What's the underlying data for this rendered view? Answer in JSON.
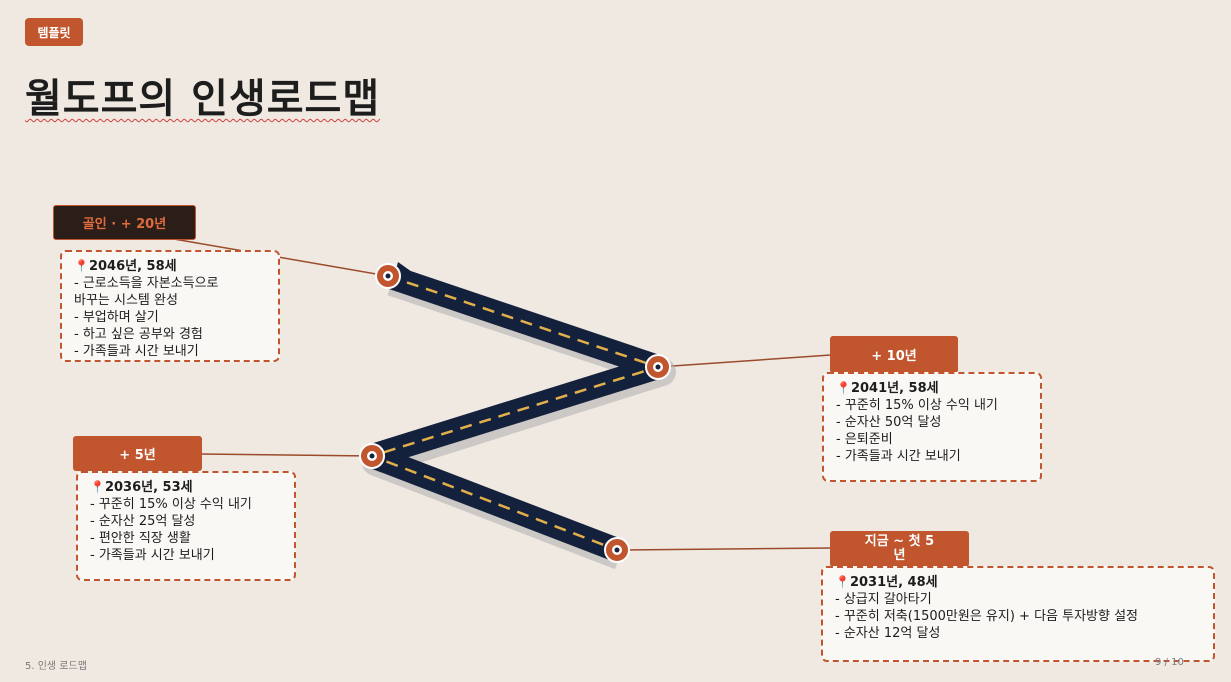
{
  "tag": "템플릿",
  "title": "월도프의 인생로드맵",
  "milestones": [
    {
      "label": "골인 · + 20년",
      "heading": "2046년, 58세",
      "items": [
        "- 근로소득을 자본소득으로\n바꾸는 시스템 완성",
        "- 부업하며 살기",
        "- 하고 싶은 공부와 경험",
        "- 가족들과 시간 보내기"
      ]
    },
    {
      "label": "+ 10년",
      "heading": "2041년, 58세",
      "items": [
        "- 꾸준히 15% 이상 수익 내기",
        "- 순자산 50억 달성",
        "- 은퇴준비",
        "- 가족들과 시간 보내기"
      ]
    },
    {
      "label": "+ 5년",
      "heading": "2036년, 53세",
      "items": [
        "- 꾸준히 15% 이상 수익 내기",
        "- 순자산 25억 달성",
        "- 편안한 직장 생활",
        "- 가족들과 시간 보내기"
      ]
    },
    {
      "label": "지금 ~ 첫 5\n년",
      "heading": "2031년, 48세",
      "items": [
        "- 상급지 갈아타기",
        "- 꾸준히 저축(1500만원은 유지) + 다음 투자방향 설정",
        "- 순자산 12억 달성"
      ]
    }
  ],
  "pin_icon": "📍",
  "footer": "5. 인생 로드맵",
  "page_number": "9 / 10",
  "colors": {
    "accent": "#c0552e",
    "road": "#14213d",
    "background": "#efe9e1",
    "dash": "#e2b04a"
  }
}
